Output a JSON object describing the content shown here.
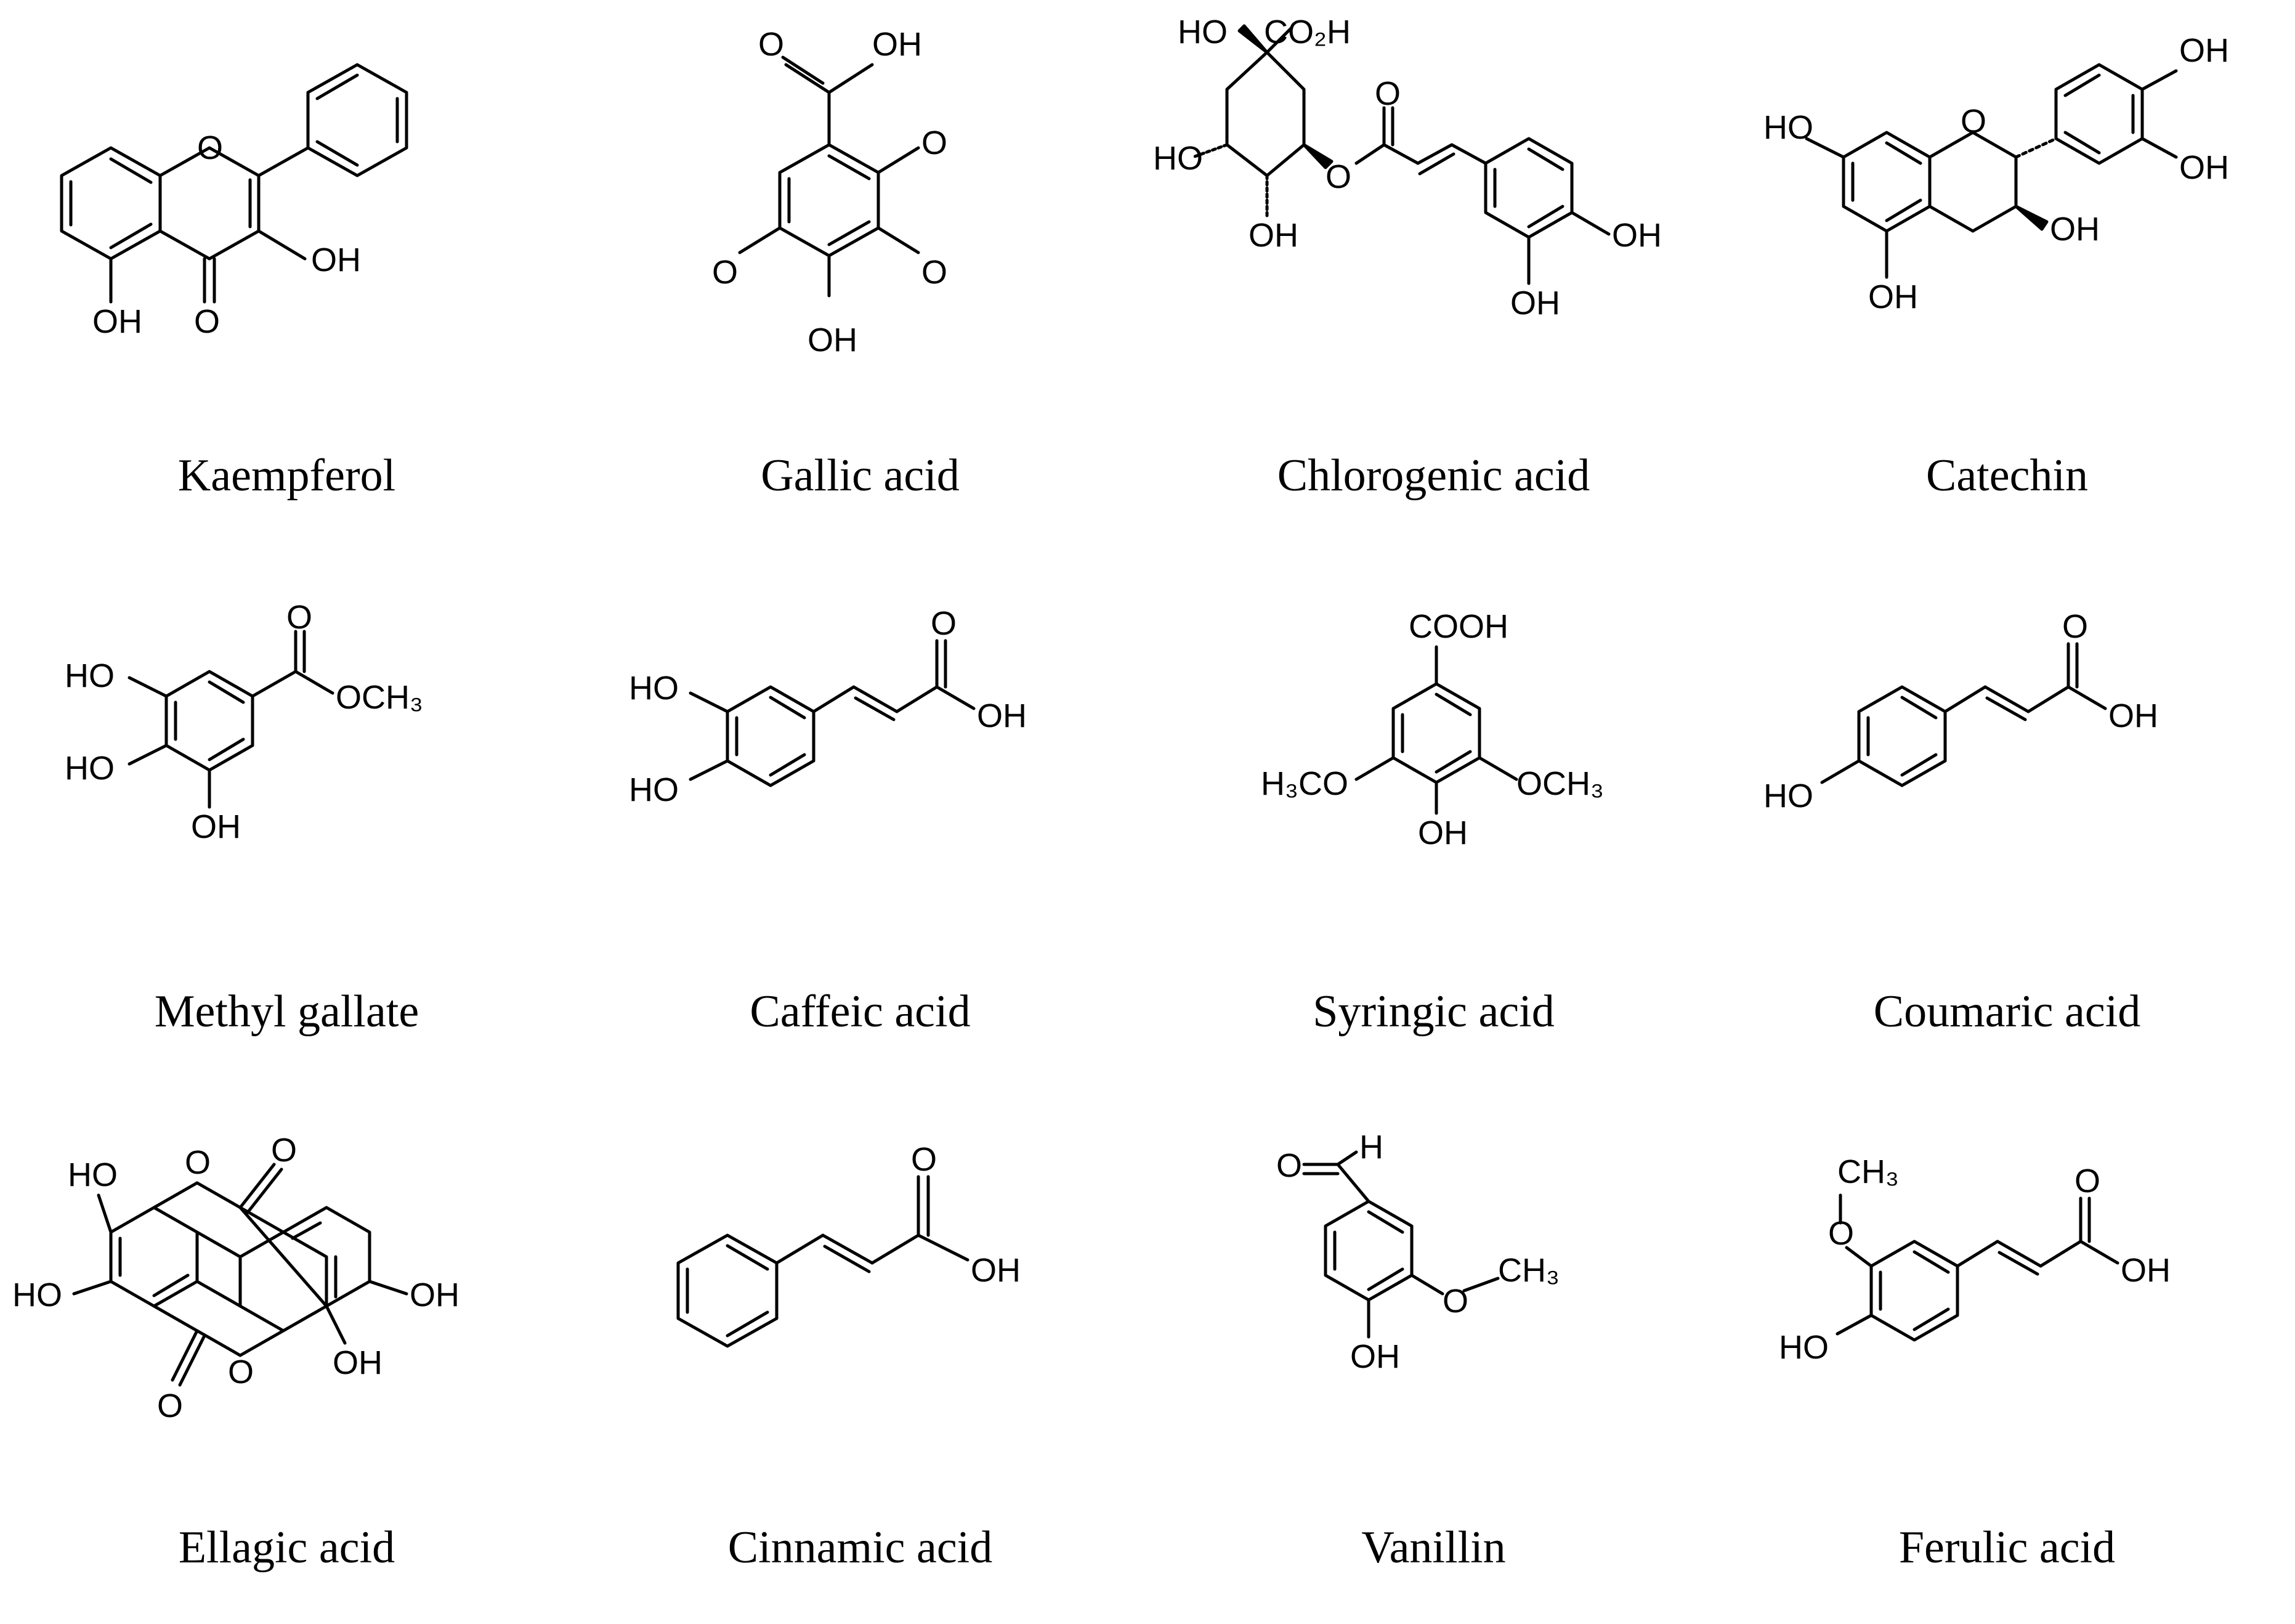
{
  "figure": {
    "compounds": [
      {
        "name": "Kaempferol"
      },
      {
        "name": "Gallic acid"
      },
      {
        "name": "Chlorogenic acid"
      },
      {
        "name": "Catechin"
      },
      {
        "name": "Methyl gallate"
      },
      {
        "name": "Caffeic acid"
      },
      {
        "name": "Syringic acid"
      },
      {
        "name": "Coumaric acid"
      },
      {
        "name": "Ellagic acid"
      },
      {
        "name": "Cinnamic acid"
      },
      {
        "name": "Vanillin"
      },
      {
        "name": "Ferulic acid"
      }
    ]
  },
  "atoms": {
    "o": "O",
    "oh": "OH",
    "ho": "HO",
    "h": "H",
    "co2h": "CO₂H",
    "cooh": "COOH",
    "och3": "OCH₃",
    "h3co": "H₃CO",
    "ch3": "CH₃"
  }
}
